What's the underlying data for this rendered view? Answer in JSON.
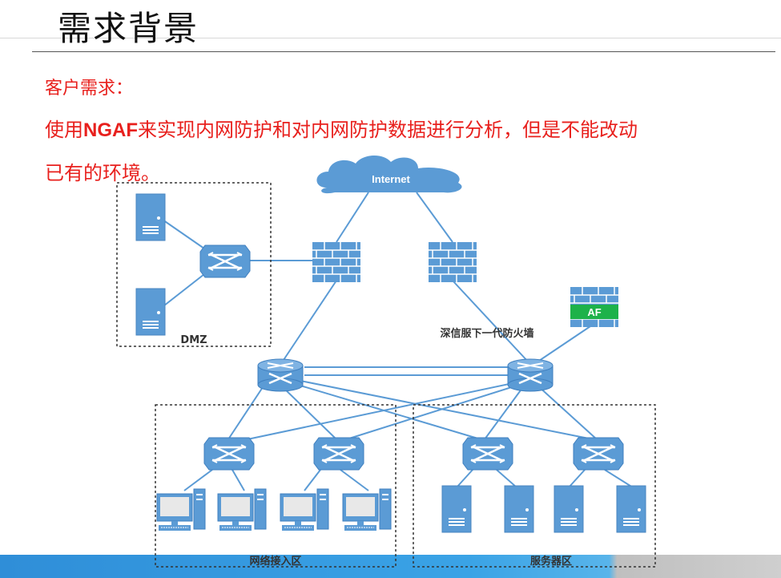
{
  "slide": {
    "title": "需求背景",
    "requirement_label": "客户需求：",
    "requirement_line1_prefix": "使用",
    "requirement_line1_brand": "NGAF",
    "requirement_line1_rest": "来实现内网防护和对内网防护数据进行分析，但是不能改动",
    "requirement_line2": "已有的环境。"
  },
  "diagram": {
    "cloud_label": "Internet",
    "af_label": "AF",
    "firewall_caption": "深信服下一代防火墙",
    "zone_dmz": "DMZ",
    "zone_access": "网络接入区",
    "zone_server": "服务器区"
  },
  "colors": {
    "accent_red": "#e8201d",
    "device_blue": "#5b9bd5",
    "link_blue": "#5b9bd5",
    "af_green": "#1db24a",
    "bar_blue": "#2f8ed8"
  }
}
